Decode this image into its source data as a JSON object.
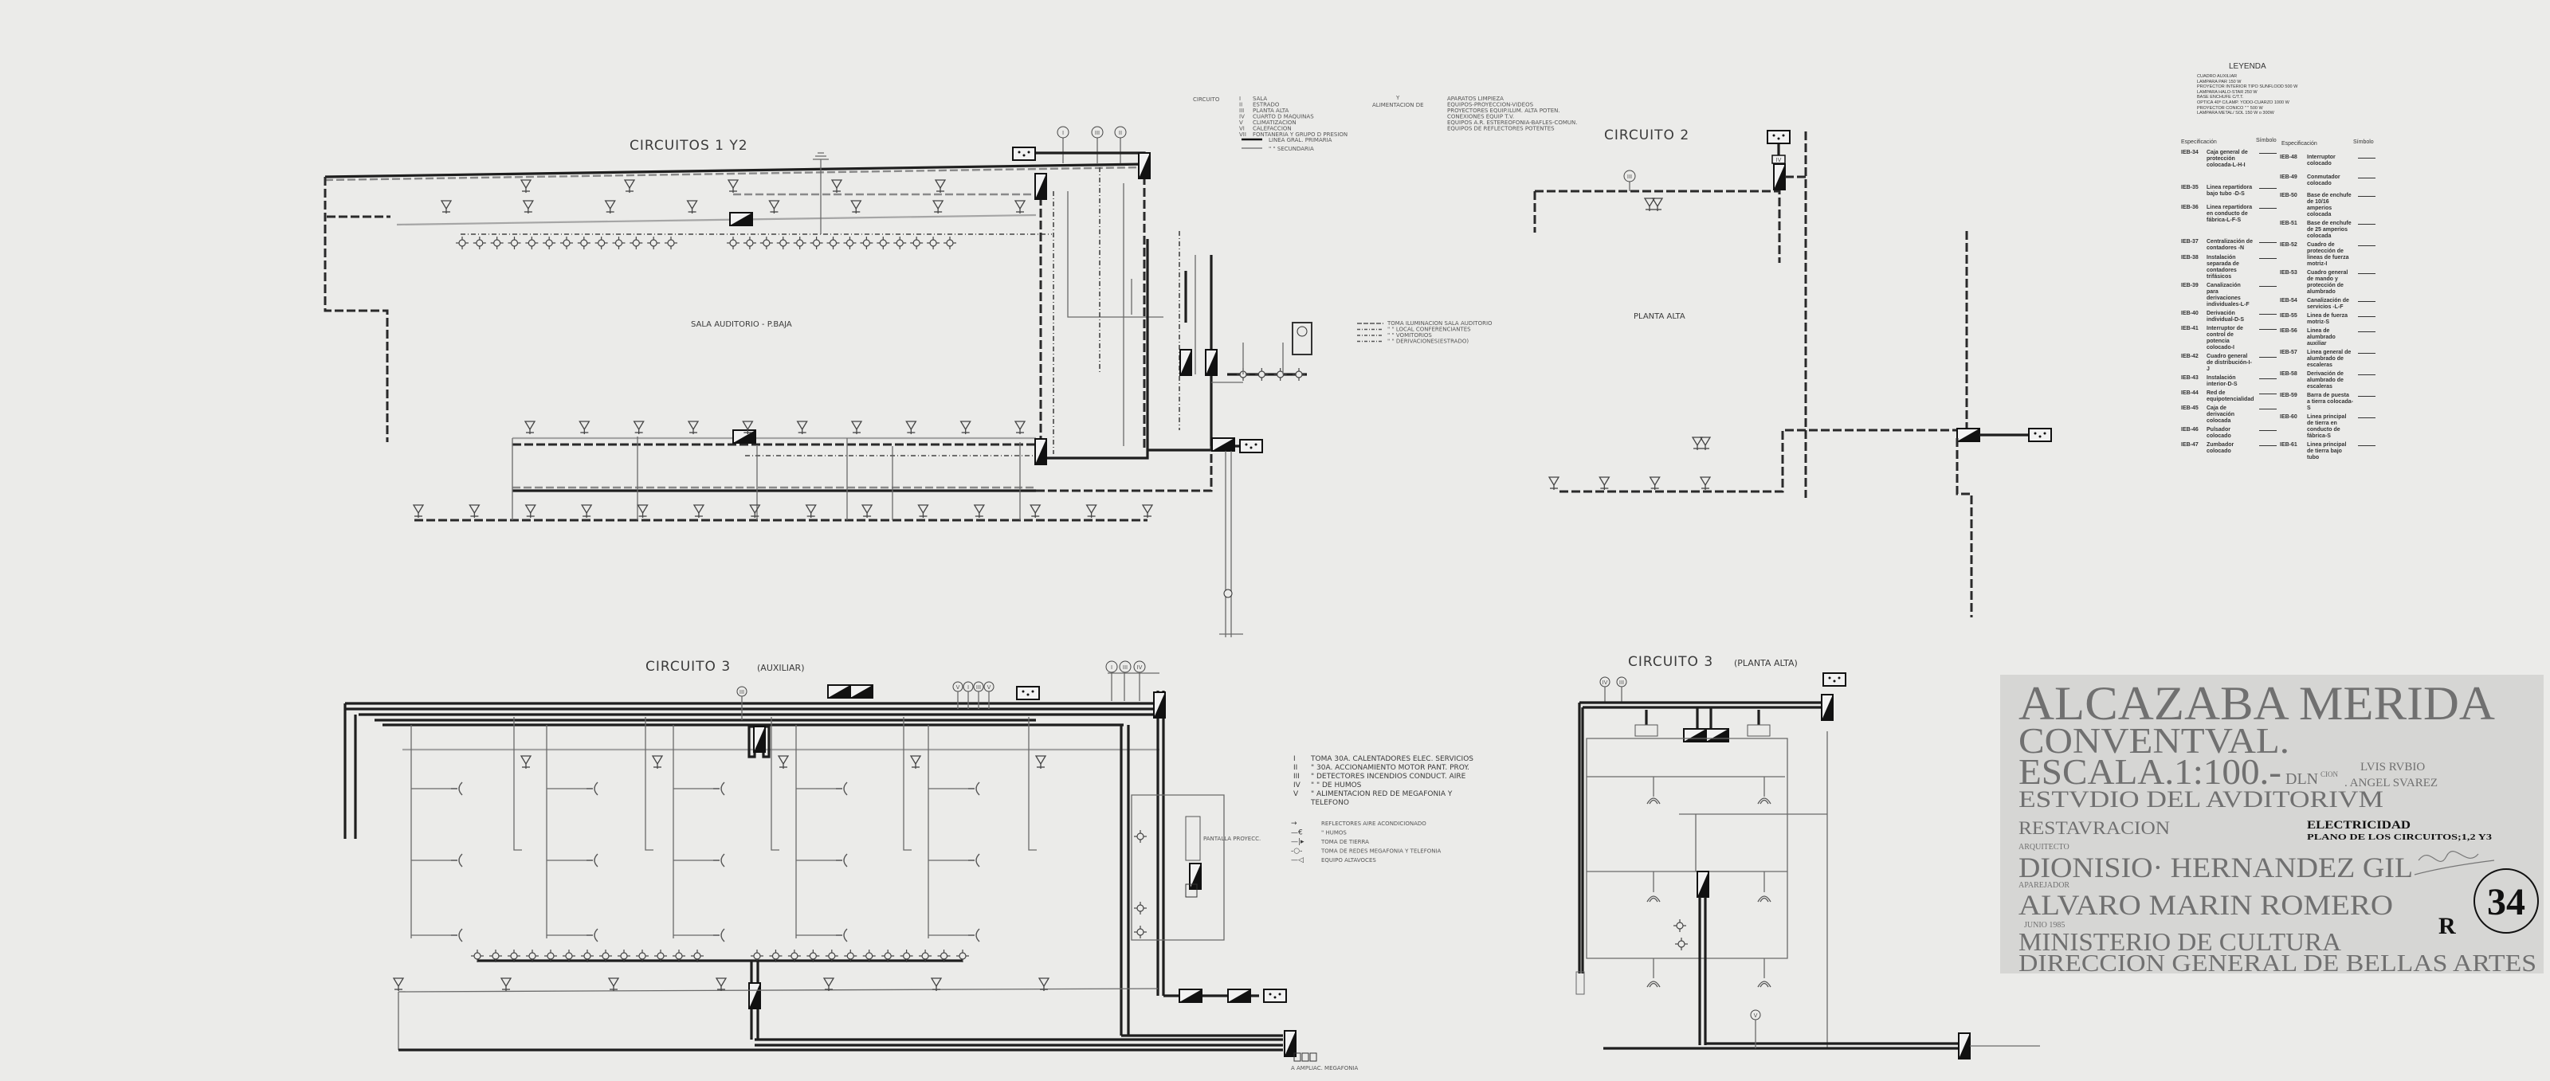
{
  "circuits_1_2": {
    "title": "CIRCUITOS 1 Y2",
    "room_label": "SALA AUDITORIO - P.BAJA",
    "markers": [
      "I",
      "III",
      "II"
    ]
  },
  "circuit_2": {
    "title": "CIRCUITO 2",
    "room_label": "PLANTA ALTA",
    "markers": [
      "III",
      "IV"
    ]
  },
  "circuit_3_aux": {
    "title": "CIRCUITO 3",
    "subtitle": "(AUXILIAR)",
    "markers": [
      "I",
      "III",
      "IV",
      "V",
      "I",
      "III",
      "V",
      "III"
    ],
    "screen_label": "PANTALLA PROYECC.",
    "amplifier_label": "A AMPLIAC. MEGAFONIA"
  },
  "circuit_3_upper": {
    "title": "CIRCUITO 3",
    "subtitle": "(PLANTA ALTA)",
    "markers": [
      "IV",
      "III",
      "V"
    ]
  },
  "circuit_legend": {
    "heading": "CIRCUITO",
    "items": [
      {
        "num": "I",
        "label": "SALA"
      },
      {
        "num": "II",
        "label": "ESTRADO"
      },
      {
        "num": "III",
        "label": "PLANTA ALTA"
      },
      {
        "num": "IV",
        "label": "CUARTO D MAQUINAS"
      },
      {
        "num": "V",
        "label": "CLIMATIZACION"
      },
      {
        "num": "VI",
        "label": "CALEFACCION"
      },
      {
        "num": "VII",
        "label": "FONTANERIA Y GRUPO D PRESION"
      }
    ],
    "connector_y": "Y",
    "connector_alim": "ALIMENTACION DE",
    "feeds": [
      "APARATOS LIMPIEZA",
      "EQUIPOS-PROYECCION-VIDEOS",
      "PROYECTORES EQUIP.ILUM. ALTA POTEN.",
      "CONEXIONES EQUIP T.V.",
      "EQUIPOS A.R. ESTEREOFONIA-BAFLES-COMUN.",
      "EQUIPOS DE REFLECTORES POTENTES"
    ],
    "line_primary": "LINEA GRAL. PRIMARIA",
    "line_secondary": "\"   \"   SECUNDARIA"
  },
  "lamp_lines_legend": [
    "TOMA ILUMINACION SALA AUDITORIO",
    "\"    \"    LOCAL CONFERENCIANTES",
    "\"    \"    VOMITORIOS",
    "\"    \"    DERIVACIONES(ESTRADO)"
  ],
  "aux_legend": {
    "items": [
      {
        "num": "I",
        "label": "TOMA 30A. CALENTADORES ELEC. SERVICIOS"
      },
      {
        "num": "II",
        "label": "\"   30A. ACCIONAMIENTO MOTOR PANT. PROY."
      },
      {
        "num": "III",
        "label": "\"  DETECTORES INCENDIOS CONDUCT. AIRE"
      },
      {
        "num": "IV",
        "label": "\"        \"              DE HUMOS"
      },
      {
        "num": "V",
        "label": "\" ALIMENTACION RED DE MEGAFONIA Y"
      },
      {
        "num": "",
        "label": "TELEFONO"
      }
    ],
    "symbols": [
      {
        "icon": "arrow-icon",
        "glyph": "→",
        "label": "REFLECTORES AIRE ACONDICIONADO"
      },
      {
        "icon": "hook-icon",
        "glyph": "—€",
        "label": "\"          HUMOS"
      },
      {
        "icon": "ground-socket-icon",
        "glyph": "—|▸",
        "label": "TOMA DE TIERRA"
      },
      {
        "icon": "network-socket-icon",
        "glyph": "-○-",
        "label": "TOMA DE REDES MEGAFONIA Y TELEFONIA"
      },
      {
        "icon": "speaker-icon",
        "glyph": "—◁",
        "label": "EQUIPO ALTAVOCES"
      }
    ]
  },
  "legend": {
    "title": "LEYENDA",
    "lamps": [
      "CUADRO AUXILIAR",
      "LAMPARA PAR 150 W",
      "PROYECTOR INTERIOR TIPO SUNFLOOD  500 W",
      "LAMPARA HALO-STAR 250 W",
      "BASE ENCHUFE C/T.T.",
      "OPTICA 40º C/LAMP. YODO-CUARZO 1000 W",
      "PROYECTOR CONICO   \"     \"     500 W",
      "LAMPARA METAL/ SOL  150 W o 300W"
    ],
    "spec_header": "Especificación",
    "symbol_header": "Símbolo",
    "left": [
      {
        "code": "IEB-34",
        "desc": "Caja general de protección colocada-L-H-I"
      },
      {
        "code": "IEB-35",
        "desc": "Linea repartidora bajo tubo -D-S"
      },
      {
        "code": "IEB-36",
        "desc": "Linea repartidora en conducto de fábrica-L-F-S"
      },
      {
        "code": "IEB-37",
        "desc": "Centralización de contadores -N"
      },
      {
        "code": "IEB-38",
        "desc": "Instalación separada de contadores trifásicos"
      },
      {
        "code": "IEB-39",
        "desc": "Canalización para derivaciones individuales-L-F"
      },
      {
        "code": "IEB-40",
        "desc": "Derivación individual-D-S"
      },
      {
        "code": "IEB-41",
        "desc": "Interruptor de control de potencia colocado-I"
      },
      {
        "code": "IEB-42",
        "desc": "Cuadro general de distribución-I-J"
      },
      {
        "code": "IEB-43",
        "desc": "Instalación interior-D-S"
      },
      {
        "code": "IEB-44",
        "desc": "Red de equipotencialidad"
      },
      {
        "code": "IEB-45",
        "desc": "Caja de derivación colocada"
      },
      {
        "code": "IEB-46",
        "desc": "Pulsador colocado"
      },
      {
        "code": "IEB-47",
        "desc": "Zumbador colocado"
      }
    ],
    "right": [
      {
        "code": "IEB-48",
        "desc": "Interruptor colocado"
      },
      {
        "code": "IEB-49",
        "desc": "Conmutador colocado"
      },
      {
        "code": "IEB-50",
        "desc": "Base de enchufe de 10/16 amperios colocada"
      },
      {
        "code": "IEB-51",
        "desc": "Base de enchufe de 25 amperios colocada"
      },
      {
        "code": "IEB-52",
        "desc": "Cuadro de protección de lineas de fuerza motriz-I"
      },
      {
        "code": "IEB-53",
        "desc": "Cuadro general de mando y protección de alumbrado"
      },
      {
        "code": "IEB-54",
        "desc": "Canalización de servicios -L-F"
      },
      {
        "code": "IEB-55",
        "desc": "Linea de fuerza motriz-S"
      },
      {
        "code": "IEB-56",
        "desc": "Linea de alumbrado auxiliar"
      },
      {
        "code": "IEB-57",
        "desc": "Linea general de alumbrado de escaleras"
      },
      {
        "code": "IEB-58",
        "desc": "Derivación de alumbrado de escaleras"
      },
      {
        "code": "IEB-59",
        "desc": "Barra de puesta a tierra colocada-S"
      },
      {
        "code": "IEB-60",
        "desc": "Linea principal de tierra en conducto de fábrica-S"
      },
      {
        "code": "IEB-61",
        "desc": "Linea principal de tierra bajo tubo"
      }
    ]
  },
  "title_block": {
    "line1": "ALCAZABA MERIDA",
    "line2": "CONVENTVAL.",
    "scale": "ESCALA.1:100.-",
    "dln": "DLN",
    "dln_sup": "CION",
    "directors_1": "LVIS RVBIO",
    "directors_2": ". ANGEL SVAREZ",
    "study": "ESTVDIO DEL AVDITORIVM",
    "restoration": "RESTAVRACION",
    "discipline": "ELECTRICIDAD",
    "plan_name": "PLANO  DE LOS CIRCUITOS;1,2 Y3",
    "architect_role": "ARQUITECTO",
    "architect": "DIONISIO· HERNANDEZ GIL",
    "surveyor_role": "APAREJADOR",
    "surveyor": "ALVARO MARIN ROMERO",
    "date": "JUNIO 1985",
    "ministry": "MINISTERIO DE CULTURA",
    "directorate": "DIRECCION  GENERAL DE BELLAS ARTES",
    "revision": "R",
    "sheet_number": "34"
  },
  "colors": {
    "paper": "#ebebe9",
    "title_block": "#d6d6d4",
    "ink": "#1e1e1e"
  }
}
